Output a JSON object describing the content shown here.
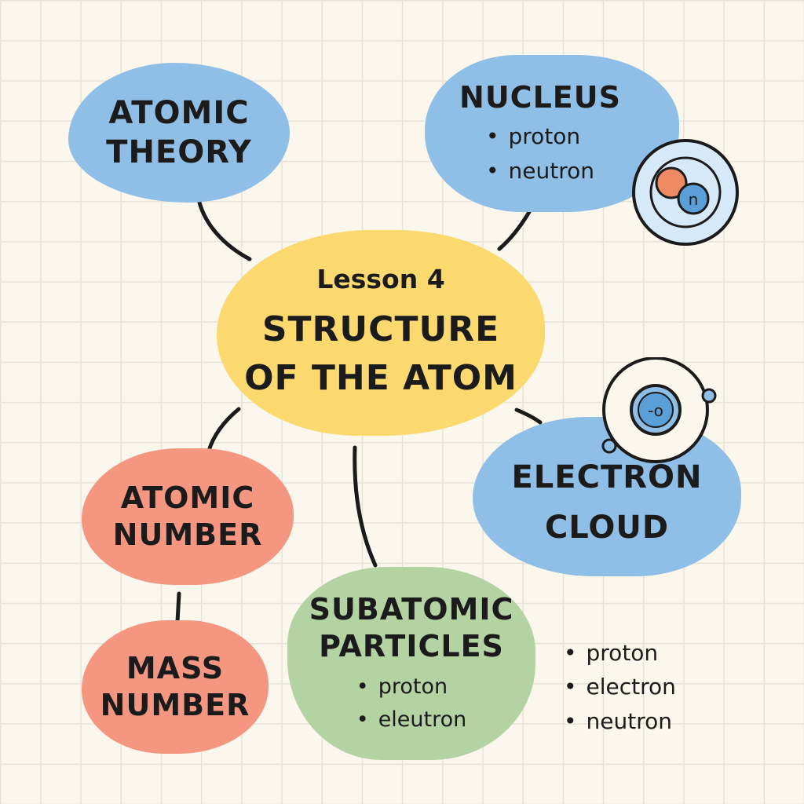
{
  "central": {
    "lesson": "Lesson 4",
    "title_line1": "STRUCTURE",
    "title_line2": "OF THE ATOM"
  },
  "atomic_theory": {
    "line1": "ATOMIC",
    "line2": "THEORY"
  },
  "nucleus": {
    "title": "NUCLEUS",
    "bullets": [
      "proton",
      "neutron"
    ],
    "icon": "nucleus-icon",
    "icon_label": "n"
  },
  "electron_cloud": {
    "line1": "ELECTRON",
    "line2": "CLOUD",
    "icon": "electron-orbit-icon",
    "icon_label": "-o"
  },
  "atomic_number": {
    "line1": "ATOMIC",
    "line2": "NUMBER"
  },
  "mass_number": {
    "line1": "MASS",
    "line2": "NUMBER"
  },
  "subatomic": {
    "line1": "SUBATOMIC",
    "line2": "PARTICLES",
    "bullets": [
      "proton",
      "eleutron"
    ]
  },
  "side_list": [
    "proton",
    "electron",
    "neutron"
  ],
  "colors": {
    "background": "#fbf7ec",
    "central": "#fbd96f",
    "blue": "#8fbfe7",
    "salmon": "#f49680",
    "green": "#b4d3a3",
    "proton": "#f08a63",
    "neutron": "#5b9fd8"
  }
}
